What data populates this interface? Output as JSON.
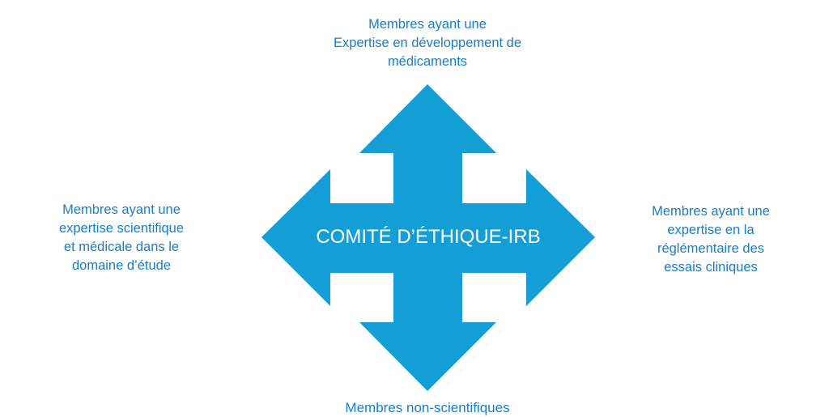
{
  "center_label": "COMITÉ D’ÉTHIQUE-IRB",
  "top": {
    "lines": [
      "Membres ayant une",
      "Expertise en développement de",
      "médicaments"
    ]
  },
  "left": {
    "lines": [
      "Membres ayant une",
      "expertise scientifique",
      "et médicale dans le",
      "domaine  d’étude"
    ]
  },
  "right": {
    "lines": [
      "Membres ayant une",
      "expertise en la",
      "réglémentaire  des",
      "essais cliniques"
    ]
  },
  "bottom": {
    "lines": [
      "Membres non-scientifiques"
    ]
  },
  "colors": {
    "arrow": "#139fd6",
    "text": "#1a7cc6"
  }
}
